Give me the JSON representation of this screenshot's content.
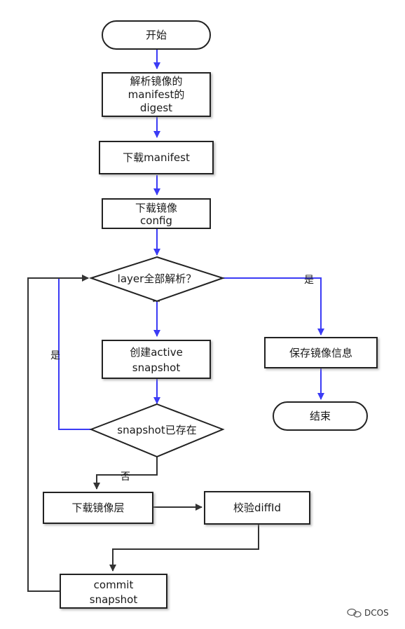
{
  "nodes": {
    "start": "开始",
    "parse_digest": [
      "解析镜像的",
      "manifest的",
      "digest"
    ],
    "download_manifest": "下载manifest",
    "download_config": [
      "下载镜像",
      "config"
    ],
    "layers_parsed": "layer全部解析？",
    "create_snapshot": [
      "创建active",
      "snapshot"
    ],
    "snapshot_exists": "snapshot已存在",
    "download_layer": "下载镜像层",
    "verify_diffid": "校验diffId",
    "commit_snapshot": [
      "commit",
      "snapshot"
    ],
    "save_image_info": "保存镜像信息",
    "end": "结束"
  },
  "edge_labels": {
    "layers_yes": "是",
    "layers_no": "否",
    "exists_yes": "是",
    "exists_no": "否"
  },
  "watermark": "DCOS",
  "colors": {
    "accent_arrow": "#3b3bf5",
    "dark_arrow": "#333333",
    "node_border": "#222222"
  }
}
